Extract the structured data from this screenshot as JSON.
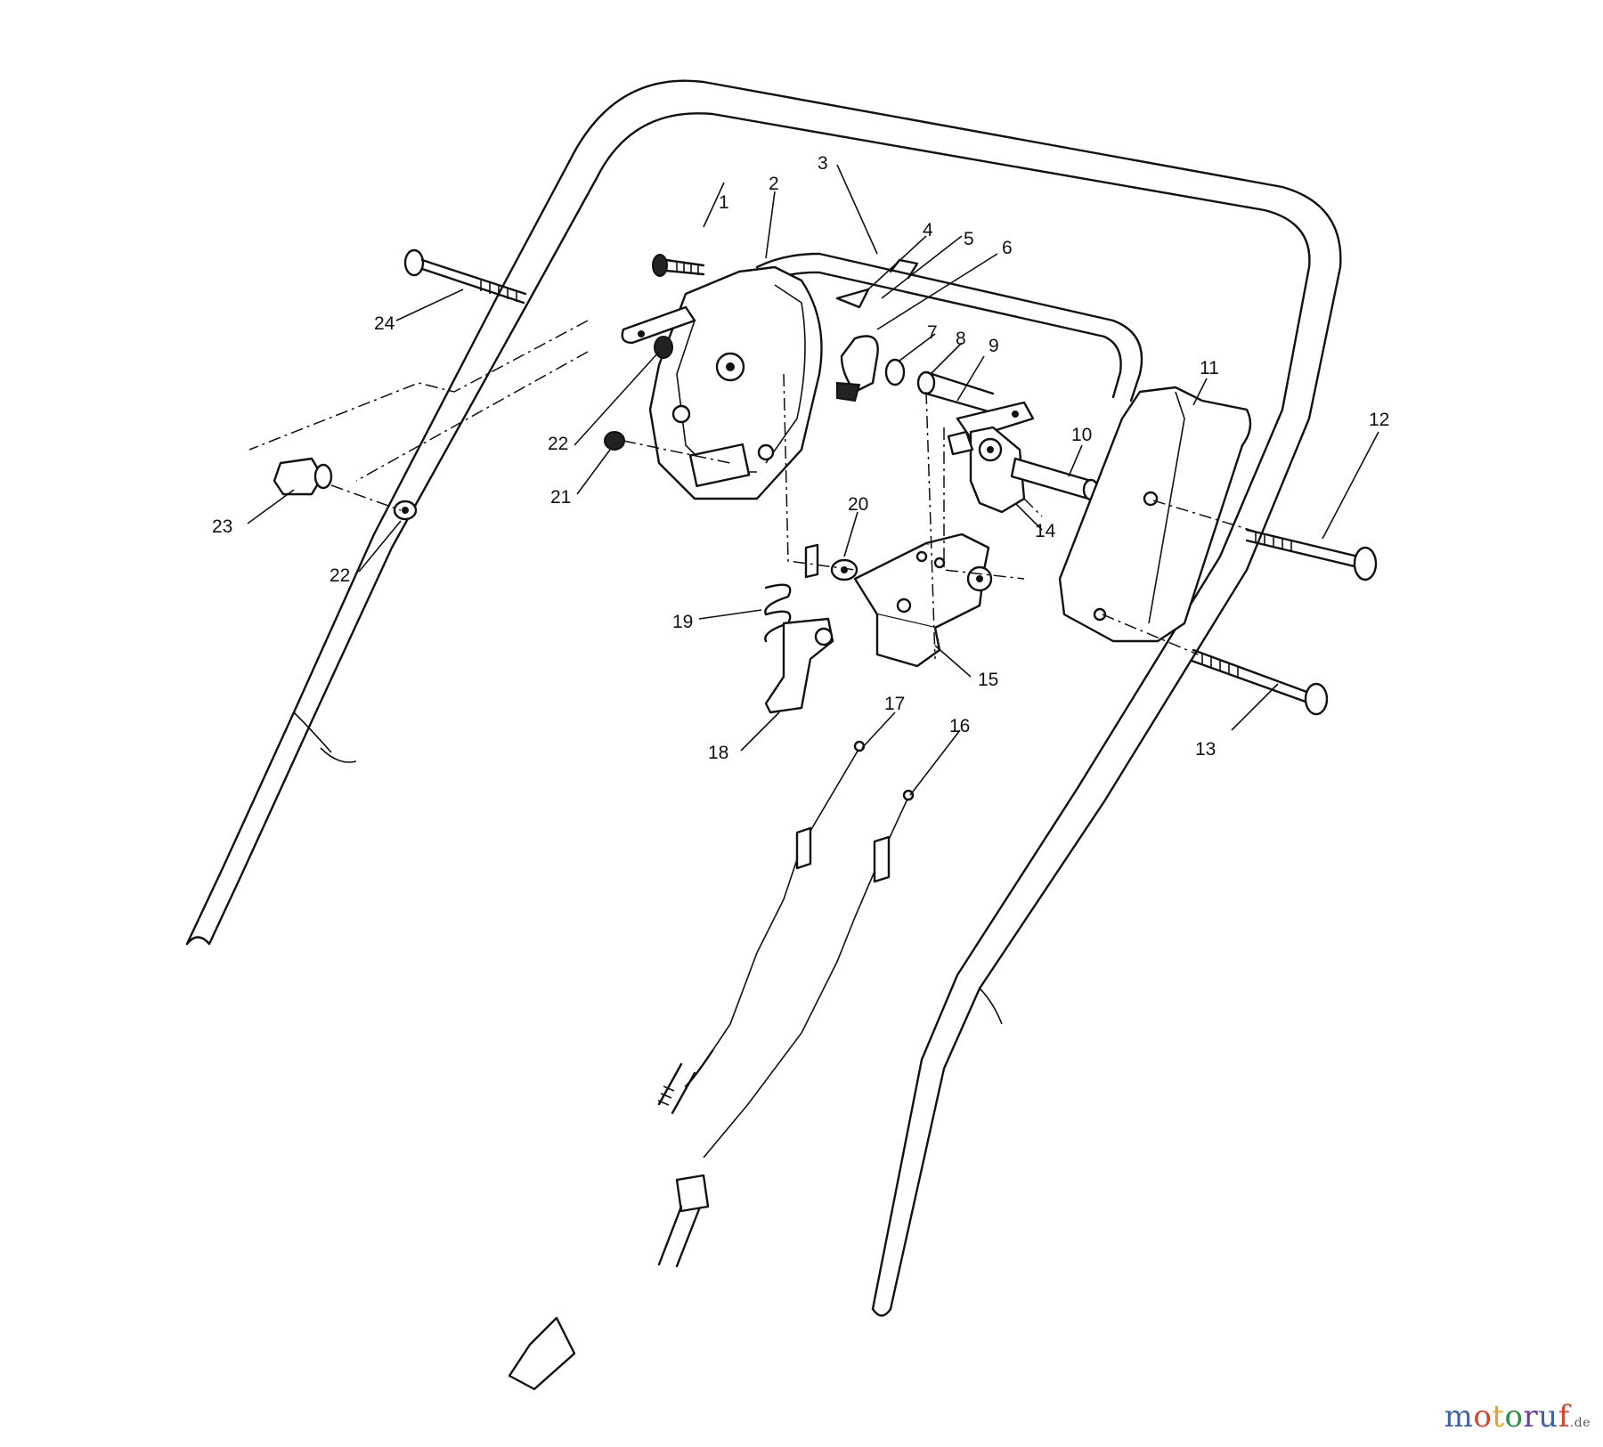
{
  "diagram": {
    "labels": [
      "1",
      "2",
      "3",
      "4",
      "5",
      "6",
      "7",
      "8",
      "9",
      "10",
      "11",
      "12",
      "13",
      "14",
      "15",
      "16",
      "17",
      "18",
      "19",
      "20",
      "21",
      "22",
      "22",
      "23",
      "24"
    ]
  },
  "watermark": {
    "text": "motoruf",
    "tld": ".de",
    "colors": [
      "#3f63a8",
      "#d9452b",
      "#e0a52a",
      "#2f8f4a",
      "#6a3ea0"
    ]
  }
}
